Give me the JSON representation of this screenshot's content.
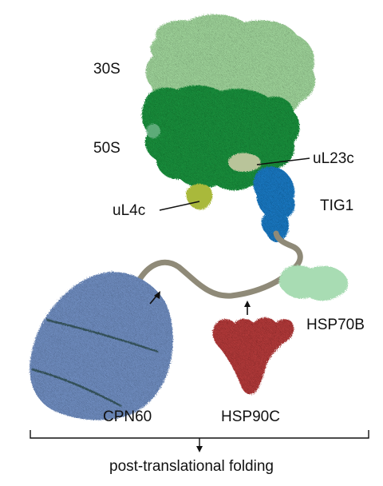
{
  "labels": {
    "ribosome_small": "30S",
    "ribosome_large": "50S",
    "ul23c": "uL23c",
    "ul4c": "uL4c",
    "tig1": "TIG1",
    "hsp70b": "HSP70B",
    "cpn60": "CPN60",
    "hsp90c": "HSP90C"
  },
  "caption": "post-translational folding",
  "colors": {
    "subunit_30s": "#9fd39a",
    "subunit_50s": "#1f8f3c",
    "ul23c": "#b9c49a",
    "ul4c": "#a9b93a",
    "tig1": "#1f78c1",
    "hsp70b": "#a8dcb3",
    "cpn60": "#6f8dc0",
    "hsp90c": "#b23b3b",
    "nascent_chain": "#8f8a78"
  }
}
